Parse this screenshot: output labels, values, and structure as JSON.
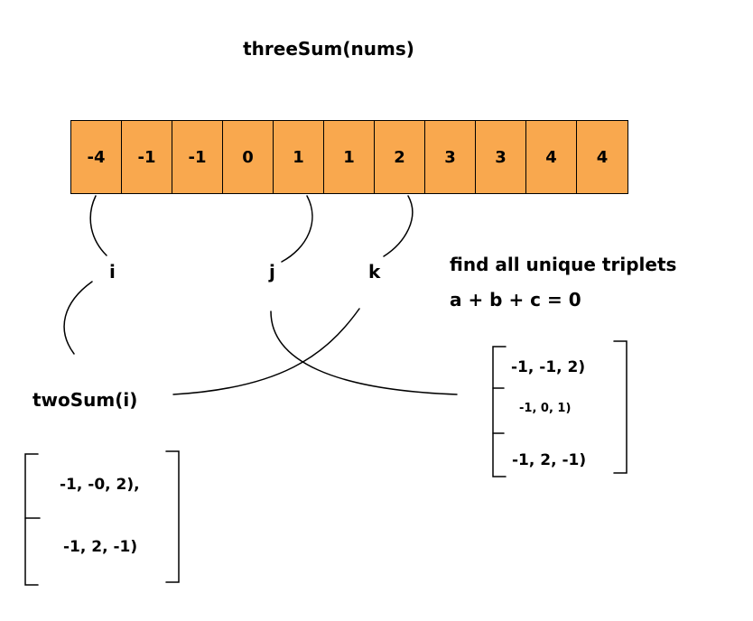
{
  "title": "threeSum(nums)",
  "array": [
    "-4",
    "-1",
    "-1",
    "0",
    "1",
    "1",
    "2",
    "3",
    "3",
    "4",
    "4"
  ],
  "pointers": {
    "i": "i",
    "j": "j",
    "k": "k"
  },
  "note": {
    "line1": "find all unique triplets",
    "line2": "a + b + c = 0"
  },
  "two_sum_label": "twoSum(i)",
  "right_results": [
    "-1, -1, 2)",
    "-1, 0, 1)",
    "-1, 2, -1)"
  ],
  "left_results": [
    "-1, -0, 2),",
    "-1, 2, -1)"
  ]
}
